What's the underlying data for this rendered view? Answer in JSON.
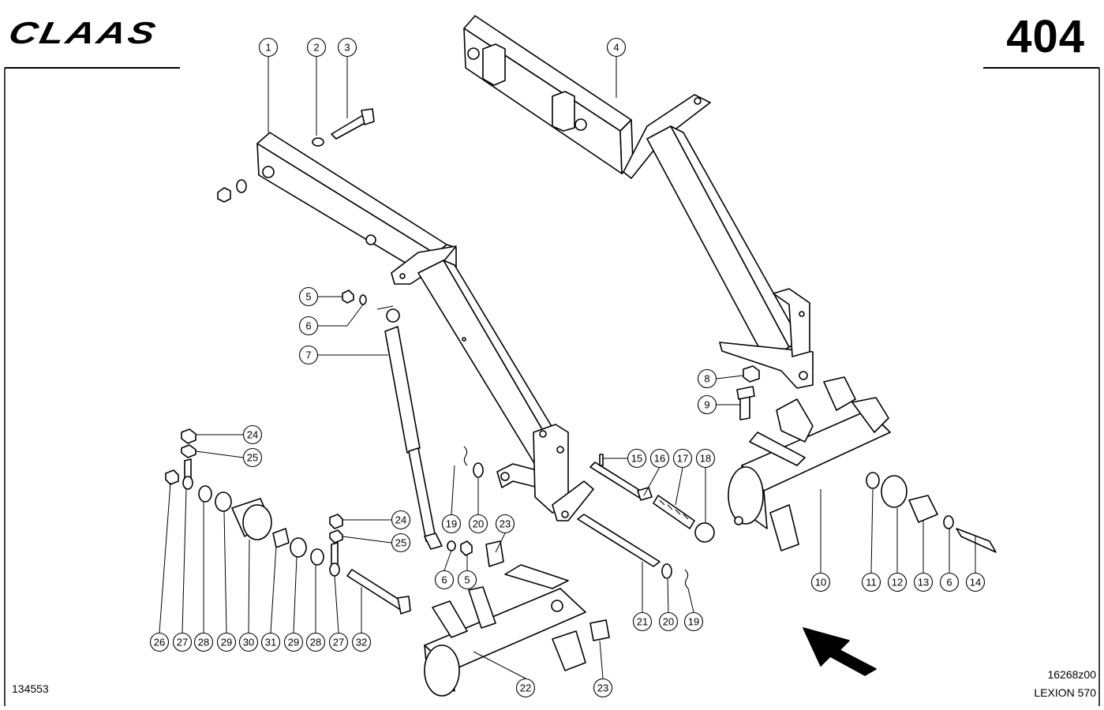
{
  "header": {
    "brand": "CLAAS",
    "page_number": "404"
  },
  "footer": {
    "left_code": "134553",
    "drawing_code": "16268z00",
    "model": "LEXION 570"
  },
  "callouts": [
    {
      "id": "1",
      "label": "1"
    },
    {
      "id": "2",
      "label": "2"
    },
    {
      "id": "3",
      "label": "3"
    },
    {
      "id": "4",
      "label": "4"
    },
    {
      "id": "5a",
      "label": "5"
    },
    {
      "id": "6a",
      "label": "6"
    },
    {
      "id": "7",
      "label": "7"
    },
    {
      "id": "8",
      "label": "8"
    },
    {
      "id": "9",
      "label": "9"
    },
    {
      "id": "24a",
      "label": "24"
    },
    {
      "id": "25a",
      "label": "25"
    },
    {
      "id": "15",
      "label": "15"
    },
    {
      "id": "16",
      "label": "16"
    },
    {
      "id": "17",
      "label": "17"
    },
    {
      "id": "18",
      "label": "18"
    },
    {
      "id": "19a",
      "label": "19"
    },
    {
      "id": "20a",
      "label": "20"
    },
    {
      "id": "23a",
      "label": "23"
    },
    {
      "id": "24b",
      "label": "24"
    },
    {
      "id": "25b",
      "label": "25"
    },
    {
      "id": "6b",
      "label": "6"
    },
    {
      "id": "5b",
      "label": "5"
    },
    {
      "id": "10",
      "label": "10"
    },
    {
      "id": "11",
      "label": "11"
    },
    {
      "id": "12",
      "label": "12"
    },
    {
      "id": "13",
      "label": "13"
    },
    {
      "id": "6c",
      "label": "6"
    },
    {
      "id": "14",
      "label": "14"
    },
    {
      "id": "21",
      "label": "21"
    },
    {
      "id": "20b",
      "label": "20"
    },
    {
      "id": "19b",
      "label": "19"
    },
    {
      "id": "26",
      "label": "26"
    },
    {
      "id": "27a",
      "label": "27"
    },
    {
      "id": "28a",
      "label": "28"
    },
    {
      "id": "29a",
      "label": "29"
    },
    {
      "id": "30",
      "label": "30"
    },
    {
      "id": "31",
      "label": "31"
    },
    {
      "id": "29b",
      "label": "29"
    },
    {
      "id": "28b",
      "label": "28"
    },
    {
      "id": "27b",
      "label": "27"
    },
    {
      "id": "32",
      "label": "32"
    },
    {
      "id": "22",
      "label": "22"
    },
    {
      "id": "23b",
      "label": "23"
    }
  ]
}
